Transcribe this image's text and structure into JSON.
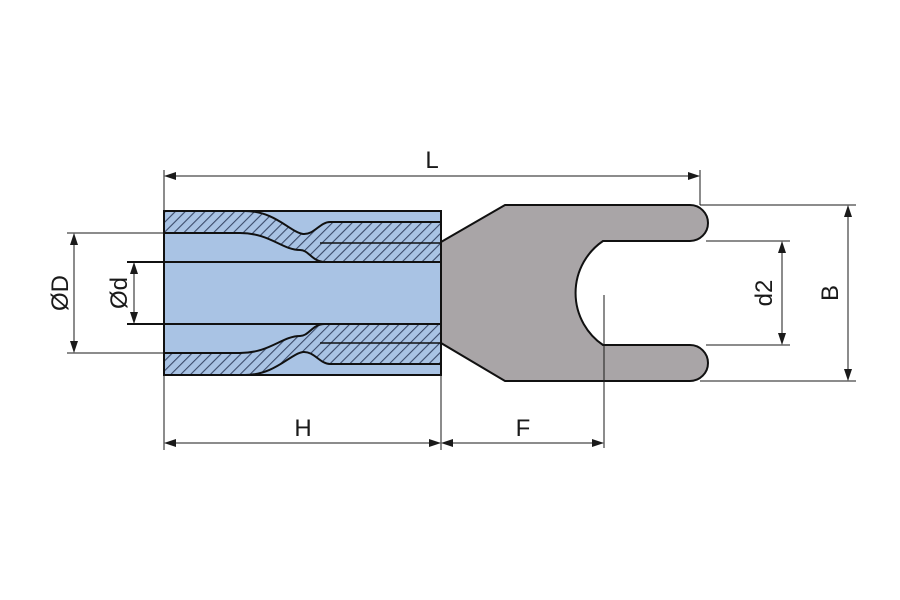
{
  "labels": {
    "L": "L",
    "H": "H",
    "F": "F",
    "B": "B",
    "d2": "d2",
    "D": "ØD",
    "d": "Ød"
  },
  "colors": {
    "insulation": "#a9c3e4",
    "hatch": "#3b4a6a",
    "metal": "#a9a5a7",
    "outline": "#111111",
    "dimension": "#1a1a1a"
  }
}
